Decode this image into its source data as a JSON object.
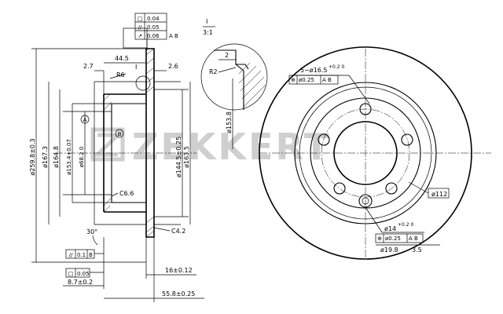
{
  "watermark": {
    "brand": "ZEKKERT"
  },
  "tolerance_frame_top": [
    {
      "symbol": "□",
      "value": "0.04",
      "datum": ""
    },
    {
      "symbol": "//",
      "value": "0.05",
      "datum": ""
    },
    {
      "symbol": "↗",
      "value": "0.06",
      "datum": "A B"
    }
  ],
  "section_detail": {
    "label": "I",
    "scale": "3:1",
    "dim_width": "2",
    "dim_radius": "R2"
  },
  "side_view": {
    "dim_2_7": "2.7",
    "dim_44_5": "44.5",
    "dim_2_6": "2.6",
    "dim_r6": "R6",
    "marker_i": "I",
    "diameters": {
      "d259": "ø259.8±0.3",
      "d167": "ø167.3",
      "d164": "ø164.8",
      "d153": "ø153.4+0.07",
      "d68": "ø68.2 0",
      "d144": "ø144.5±0.25",
      "d163": "ø163.5",
      "d153_8": "ø153.8"
    },
    "datum_a": "A",
    "datum_b": "B",
    "chamfer_c66": "C6.6",
    "chamfer_c42": "C4.2",
    "angle": "30°",
    "frame_parallel": {
      "symbol": "//",
      "value": "0.1",
      "datum": "B"
    },
    "frame_flat": {
      "symbol": "□",
      "value": "0.05"
    },
    "dim_8_7": "8.7±0.2",
    "dim_16": "16±0.12",
    "dim_55_8": "55.8±0.25"
  },
  "front_view": {
    "holes_5": "5−ø16.5",
    "holes_5_tol": "+0.2 0",
    "pos_frame_5": {
      "symbol": "⊕",
      "value": "ø0.25",
      "datum": "A B"
    },
    "pcd": "ø112",
    "hole_14": "ø14",
    "hole_14_tol": "+0.2 0",
    "pos_frame_14": {
      "symbol": "⊕",
      "value": "ø0.25",
      "datum": "A B"
    },
    "hole_19": "ø19.8",
    "depth_3_5": "3.5"
  }
}
